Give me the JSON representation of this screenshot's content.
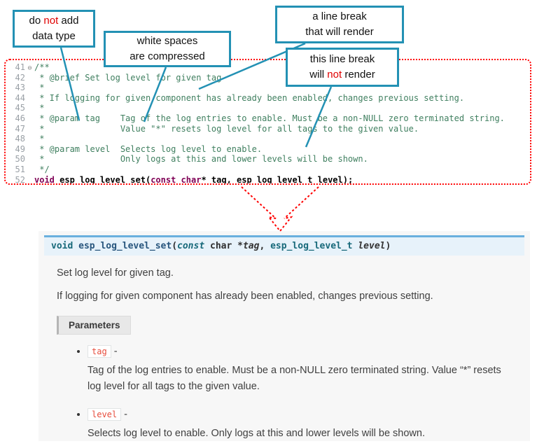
{
  "colors": {
    "teal": "#2391b4",
    "red": "#ff0000",
    "chip_red": "#e74c3c",
    "signature_border": "#6ab0de",
    "comment_green": "#3f7f5f",
    "keyword_purple": "#7f0055"
  },
  "callouts": [
    {
      "name": "do-not-add-data-type",
      "lines": [
        [
          {
            "t": "do "
          },
          {
            "t": "not",
            "red": true
          },
          {
            "t": " add"
          }
        ],
        [
          {
            "t": "data type"
          }
        ]
      ]
    },
    {
      "name": "white-spaces-compressed",
      "lines": [
        [
          {
            "t": "white spaces"
          }
        ],
        [
          {
            "t": "are  compressed"
          }
        ]
      ]
    },
    {
      "name": "line-break-that-renders",
      "lines": [
        [
          {
            "t": "a line break"
          }
        ],
        [
          {
            "t": "that will render"
          }
        ]
      ]
    },
    {
      "name": "line-break-not-render",
      "lines": [
        [
          {
            "t": "this line break"
          }
        ],
        [
          {
            "t": "will "
          },
          {
            "t": "not",
            "red": true
          },
          {
            "t": " render"
          }
        ]
      ]
    }
  ],
  "editor": {
    "lines": [
      {
        "n": "41",
        "fold": "⊖",
        "parts": [
          {
            "t": "/**",
            "c": "comment"
          }
        ]
      },
      {
        "n": "42",
        "parts": [
          {
            "t": " * @brief Set log level for given tag",
            "c": "comment"
          }
        ]
      },
      {
        "n": "43",
        "parts": [
          {
            "t": " *",
            "c": "comment"
          }
        ]
      },
      {
        "n": "44",
        "parts": [
          {
            "t": " * If logging for given component has already been enabled, changes previous setting.",
            "c": "comment"
          }
        ]
      },
      {
        "n": "45",
        "parts": [
          {
            "t": " *",
            "c": "comment"
          }
        ]
      },
      {
        "n": "46",
        "parts": [
          {
            "t": " * @param tag    Tag of the log entries to enable. Must be a non-NULL zero terminated string.",
            "c": "comment"
          }
        ]
      },
      {
        "n": "47",
        "parts": [
          {
            "t": " *               Value \"*\" resets log level for all tags to the given value.",
            "c": "comment"
          }
        ]
      },
      {
        "n": "48",
        "parts": [
          {
            "t": " *",
            "c": "comment"
          }
        ]
      },
      {
        "n": "49",
        "parts": [
          {
            "t": " * @param level  Selects log level to enable.",
            "c": "comment"
          }
        ]
      },
      {
        "n": "50",
        "parts": [
          {
            "t": " *               Only logs at this and lower levels will be shown.",
            "c": "comment"
          }
        ]
      },
      {
        "n": "51",
        "parts": [
          {
            "t": " */",
            "c": "comment"
          }
        ]
      },
      {
        "n": "52",
        "parts": [
          {
            "t": "void",
            "c": "kw"
          },
          {
            "t": " esp_log_level_set(",
            "c": "plain"
          },
          {
            "t": "const",
            "c": "kw"
          },
          {
            "t": " ",
            "c": "plain"
          },
          {
            "t": "char",
            "c": "kw"
          },
          {
            "t": "* tag, esp_log_level_t level);",
            "c": "plain"
          }
        ]
      }
    ]
  },
  "doc": {
    "signature": [
      {
        "t": "void",
        "c": "sig-kw"
      },
      {
        "t": " ",
        "c": "sig-plain"
      },
      {
        "t": "esp_log_level_set",
        "c": "sig-name"
      },
      {
        "t": "(",
        "c": "sig-plain"
      },
      {
        "t": "const",
        "c": "sig-kw-i"
      },
      {
        "t": "  char *",
        "c": "sig-plain"
      },
      {
        "t": "tag",
        "c": "sig-arg"
      },
      {
        "t": ", ",
        "c": "sig-plain"
      },
      {
        "t": "esp_log_level_t ",
        "c": "sig-type"
      },
      {
        "t": "level",
        "c": "sig-arg"
      },
      {
        "t": ")",
        "c": "sig-plain"
      }
    ],
    "brief": "Set log level for given tag.",
    "description": "If logging for given component has already been enabled, changes previous setting.",
    "parameters_label": "Parameters",
    "params": [
      {
        "name": "tag",
        "sep": "-",
        "desc": "Tag of the log entries to enable. Must be a non-NULL zero terminated string. Value “*” resets log level for all tags to the given value."
      },
      {
        "name": "level",
        "sep": "-",
        "desc": "Selects log level to enable. Only logs at this and lower levels will be shown."
      }
    ]
  }
}
